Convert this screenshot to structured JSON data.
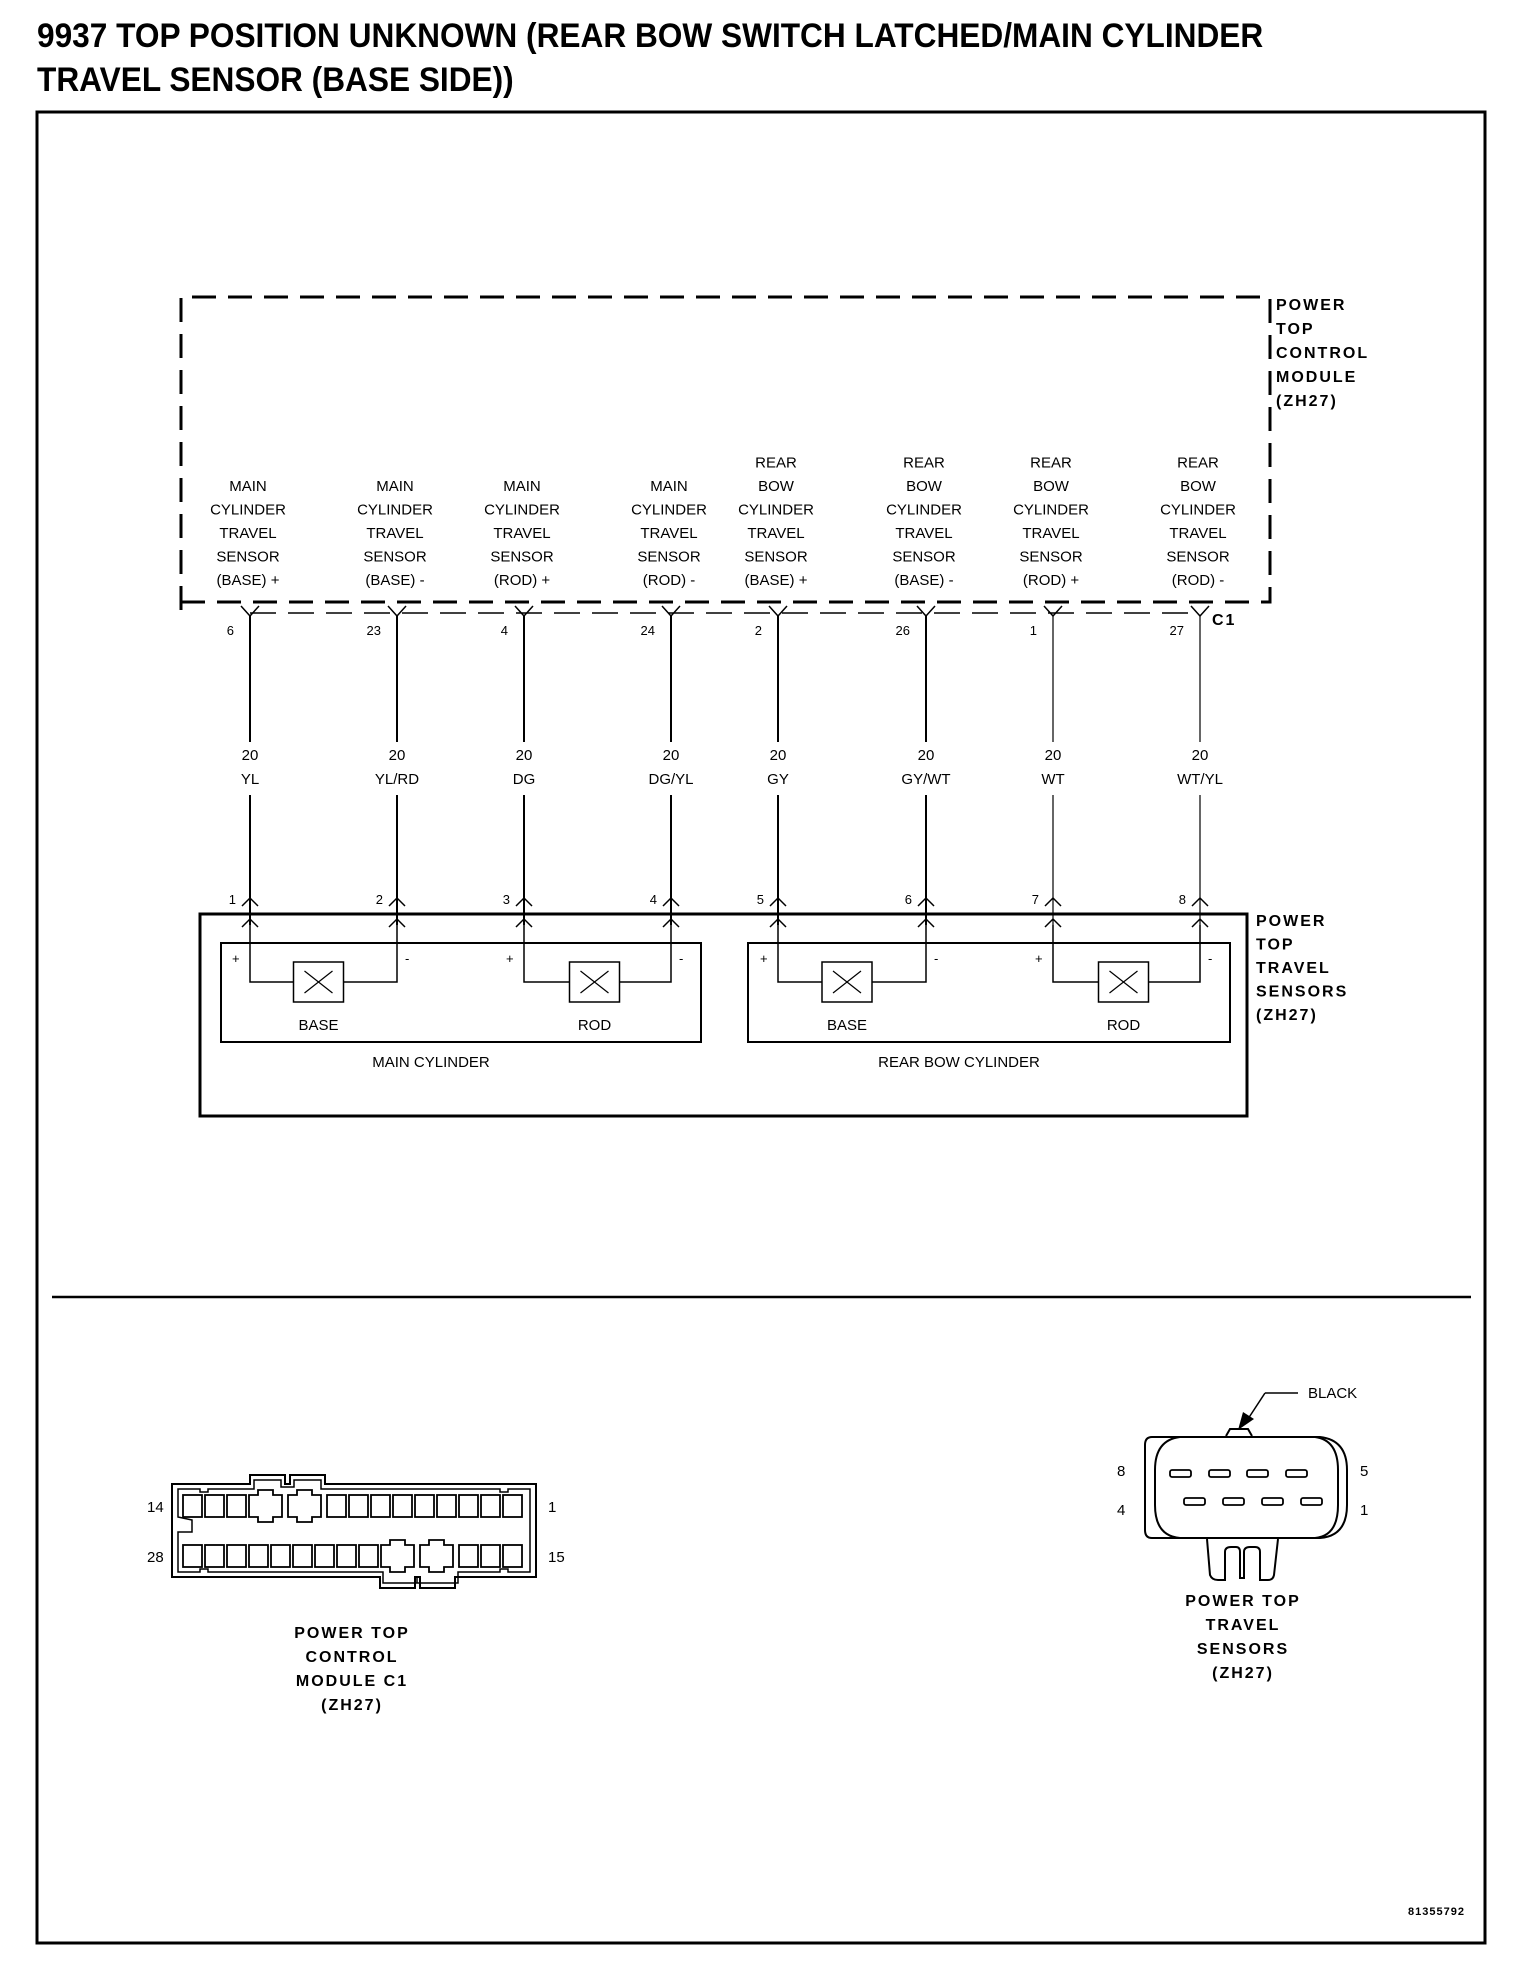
{
  "title": "9937 TOP POSITION UNKNOWN (REAR BOW SWITCH LATCHED/MAIN CYLINDER TRAVEL SENSOR (BASE SIDE))",
  "module": {
    "name_lines": [
      "POWER",
      "TOP",
      "CONTROL",
      "MODULE",
      "(ZH27)"
    ],
    "connector": "C1",
    "pins": [
      {
        "label_lines": [
          "MAIN",
          "CYLINDER",
          "TRAVEL",
          "SENSOR",
          "(BASE) +"
        ],
        "cavity": "6"
      },
      {
        "label_lines": [
          "MAIN",
          "CYLINDER",
          "TRAVEL",
          "SENSOR",
          "(BASE) -"
        ],
        "cavity": "23"
      },
      {
        "label_lines": [
          "MAIN",
          "CYLINDER",
          "TRAVEL",
          "SENSOR",
          "(ROD) +"
        ],
        "cavity": "4"
      },
      {
        "label_lines": [
          "MAIN",
          "CYLINDER",
          "TRAVEL",
          "SENSOR",
          "(ROD) -"
        ],
        "cavity": "24"
      },
      {
        "label_lines": [
          "REAR",
          "BOW",
          "CYLINDER",
          "TRAVEL",
          "SENSOR",
          "(BASE) +"
        ],
        "cavity": "2"
      },
      {
        "label_lines": [
          "REAR",
          "BOW",
          "CYLINDER",
          "TRAVEL",
          "SENSOR",
          "(BASE) -"
        ],
        "cavity": "26"
      },
      {
        "label_lines": [
          "REAR",
          "BOW",
          "CYLINDER",
          "TRAVEL",
          "SENSOR",
          "(ROD) +"
        ],
        "cavity": "1"
      },
      {
        "label_lines": [
          "REAR",
          "BOW",
          "CYLINDER",
          "TRAVEL",
          "SENSOR",
          "(ROD) -"
        ],
        "cavity": "27"
      }
    ]
  },
  "wires": [
    {
      "gauge": "20",
      "color": "YL",
      "sensor_pin": "1"
    },
    {
      "gauge": "20",
      "color": "YL/RD",
      "sensor_pin": "2"
    },
    {
      "gauge": "20",
      "color": "DG",
      "sensor_pin": "3"
    },
    {
      "gauge": "20",
      "color": "DG/YL",
      "sensor_pin": "4"
    },
    {
      "gauge": "20",
      "color": "GY",
      "sensor_pin": "5"
    },
    {
      "gauge": "20",
      "color": "GY/WT",
      "sensor_pin": "6"
    },
    {
      "gauge": "20",
      "color": "WT",
      "sensor_pin": "7"
    },
    {
      "gauge": "20",
      "color": "WT/YL",
      "sensor_pin": "8"
    }
  ],
  "travel_sensors": {
    "name_lines": [
      "POWER",
      "TOP",
      "TRAVEL",
      "SENSORS",
      "(ZH27)"
    ],
    "groups": [
      {
        "label": "MAIN CYLINDER",
        "sensors": [
          "BASE",
          "ROD"
        ]
      },
      {
        "label": "REAR BOW CYLINDER",
        "sensors": [
          "BASE",
          "ROD"
        ]
      }
    ],
    "plus": "+",
    "minus": "-"
  },
  "connector_views": {
    "module_c1": {
      "name_lines": [
        "POWER TOP",
        "CONTROL",
        "MODULE C1",
        "(ZH27)"
      ],
      "pin_labels": {
        "top_left": "14",
        "top_right": "1",
        "bottom_left": "28",
        "bottom_right": "15"
      }
    },
    "sensors": {
      "name_lines": [
        "POWER TOP",
        "TRAVEL",
        "SENSORS",
        "(ZH27)"
      ],
      "color_callout": "BLACK",
      "pin_labels": {
        "top_left": "8",
        "top_right": "5",
        "bottom_left": "4",
        "bottom_right": "1"
      }
    }
  },
  "figure_id": "81355792"
}
